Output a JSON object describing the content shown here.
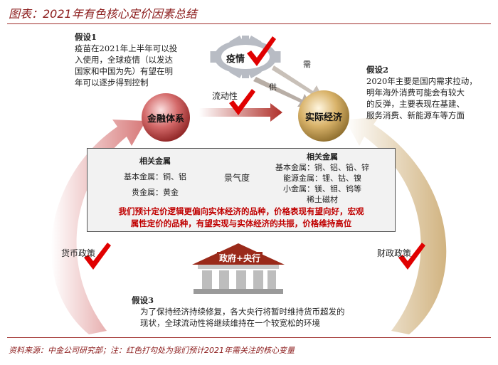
{
  "title": "图表：2021年有色核心定价因素总结",
  "hyp1": {
    "label": "假设1",
    "lines": [
      "疫苗在2021年上半年可以投",
      "入使用，全球疫情（以发达",
      "国家和中国为先）有望在明",
      "年可以逐步得到控制"
    ]
  },
  "hyp2": {
    "label": "假设2",
    "lines": [
      "2020年主要是国内需求拉动，",
      "明年海外消费可能会有较大",
      "的反弹，主要表现在基建、",
      "服务消费、新能源车等方面"
    ]
  },
  "hyp3": {
    "label": "假设3",
    "lines": [
      "为了保持经济持续修复，各大央行将暂时维持货币超发的",
      "现状，全球流动性将继续维持在一个较宽松的环境"
    ]
  },
  "gear_label": "疫情",
  "demand": "需",
  "supply": "供",
  "liquidity": "流动性",
  "finance": "金融体系",
  "real_economy": "实际经济",
  "box": {
    "left_title": "相关金属",
    "left_lines": [
      "基本金属：铜、铝",
      "贵金属：黄金"
    ],
    "arrow_label": "景气度",
    "right_title": "相关金属",
    "right_lines": [
      "基本金属：铜、铝、铅、锌",
      "能源金属：锂、钴、镍",
      "小金属：镁、钼、钨等",
      "稀土磁材"
    ],
    "conclusion": [
      "我们预计定价逻辑更偏向实体经济的品种，价格表现有望向好，宏观",
      "属性定价的品种，有望实现与实体经济的共振，价格维持高位"
    ]
  },
  "monetary": "货币政策",
  "fiscal": "财政政策",
  "gov": "政府+央行",
  "footer": "资料来源：中金公司研究部；注：红色打勾处为我们预计2021年需关注的核心变量",
  "colors": {
    "accent": "#8b1a1a",
    "check": "#e00000"
  }
}
